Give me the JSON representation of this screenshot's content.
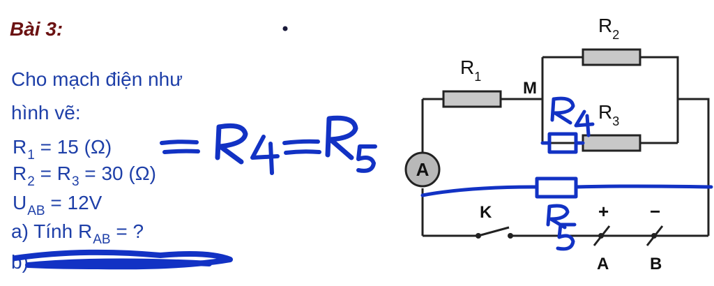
{
  "problem": {
    "heading": "Bài 3:",
    "intro_line1": "Cho mạch điện như",
    "intro_line2": "hình vẽ:",
    "eq1": {
      "sym": "R",
      "sub": "1",
      "rest": " = 15 (Ω)"
    },
    "eq2": {
      "sym": "R",
      "sub": "2",
      "mid": " = R",
      "sub2": "3",
      "rest": " = 30 (Ω)"
    },
    "eq3": {
      "sym": "U",
      "sub": "AB",
      "rest": " = 12V"
    },
    "question_a": {
      "pre": "a) Tính R",
      "sub": "AB",
      "rest": " = ?"
    },
    "question_b_visible": "b)"
  },
  "handwriting": {
    "equation": "= R4 = R5",
    "r4_label": "R4",
    "r5_label": "R5"
  },
  "circuit": {
    "labels": {
      "r1": "R",
      "r1_sub": "1",
      "r2": "R",
      "r2_sub": "2",
      "r3": "R",
      "r3_sub": "3",
      "node_m": "M",
      "ammeter": "A",
      "switch": "K",
      "plus": "+",
      "minus": "−",
      "terminal_a": "A",
      "terminal_b": "B"
    }
  },
  "colors": {
    "heading": "#6b1212",
    "text": "#1e3fa8",
    "ink": "#1232c4",
    "wire": "#222222",
    "resistor_fill": "#c8c8c8"
  }
}
